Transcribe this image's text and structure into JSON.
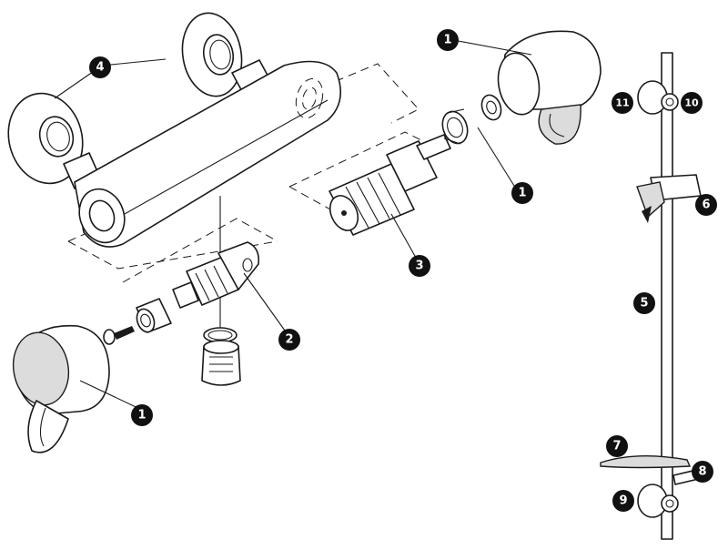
{
  "callouts": [
    {
      "id": "c1a",
      "label": "1"
    },
    {
      "id": "c1b",
      "label": "1"
    },
    {
      "id": "c1c",
      "label": "1"
    },
    {
      "id": "c2",
      "label": "2"
    },
    {
      "id": "c3",
      "label": "3"
    },
    {
      "id": "c4",
      "label": "4"
    },
    {
      "id": "c5",
      "label": "5"
    },
    {
      "id": "c6",
      "label": "6"
    },
    {
      "id": "c7",
      "label": "7"
    },
    {
      "id": "c8",
      "label": "8"
    },
    {
      "id": "c9",
      "label": "9"
    },
    {
      "id": "c10",
      "label": "10"
    },
    {
      "id": "c11",
      "label": "11"
    }
  ],
  "colors": {
    "line": "#1a1a1a",
    "callout": "#111111",
    "shade": "#dcdcdc"
  }
}
